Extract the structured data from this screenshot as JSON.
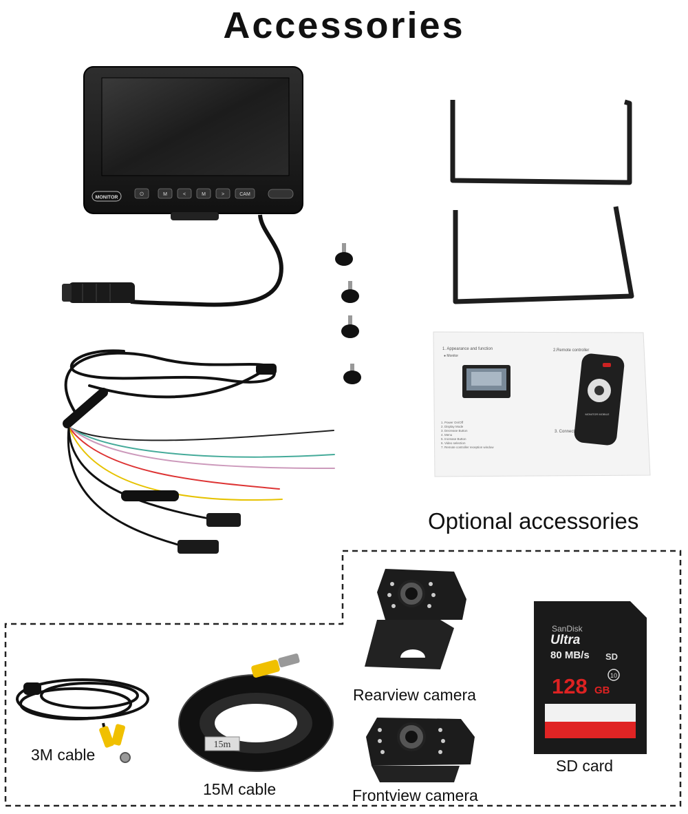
{
  "header": {
    "title": "Accessories"
  },
  "monitor": {
    "brand_label": "MONITOR",
    "buttons": [
      "⏻",
      "M",
      "<",
      "M",
      ">",
      "CAM"
    ]
  },
  "manual": {
    "section1": "1. Appearance and function",
    "section1_sub": "● Monitor",
    "section2": "2.Remote controller",
    "section3": "3. Connection",
    "list": [
      "1. Power On/Off",
      "2. Display Mode",
      "3. Decrease Button",
      "4. Menu",
      "5. Increase Button",
      "6. Video selection",
      "7. Remote controller reception window"
    ],
    "remote_label": "MONITOR MOBILE"
  },
  "optional": {
    "heading": "Optional accessories"
  },
  "items": {
    "rearview_camera": "Rearview camera",
    "frontview_camera": "Frontview camera",
    "sd_card": "SD card",
    "cable_3m": "3M cable",
    "cable_15m": "15M cable",
    "cable_15m_tag": "15m"
  },
  "sd": {
    "brand": "SanDisk",
    "line": "Ultra",
    "speed": "80 MB/s",
    "capacity": "128",
    "unit": "GB",
    "class": "10"
  }
}
